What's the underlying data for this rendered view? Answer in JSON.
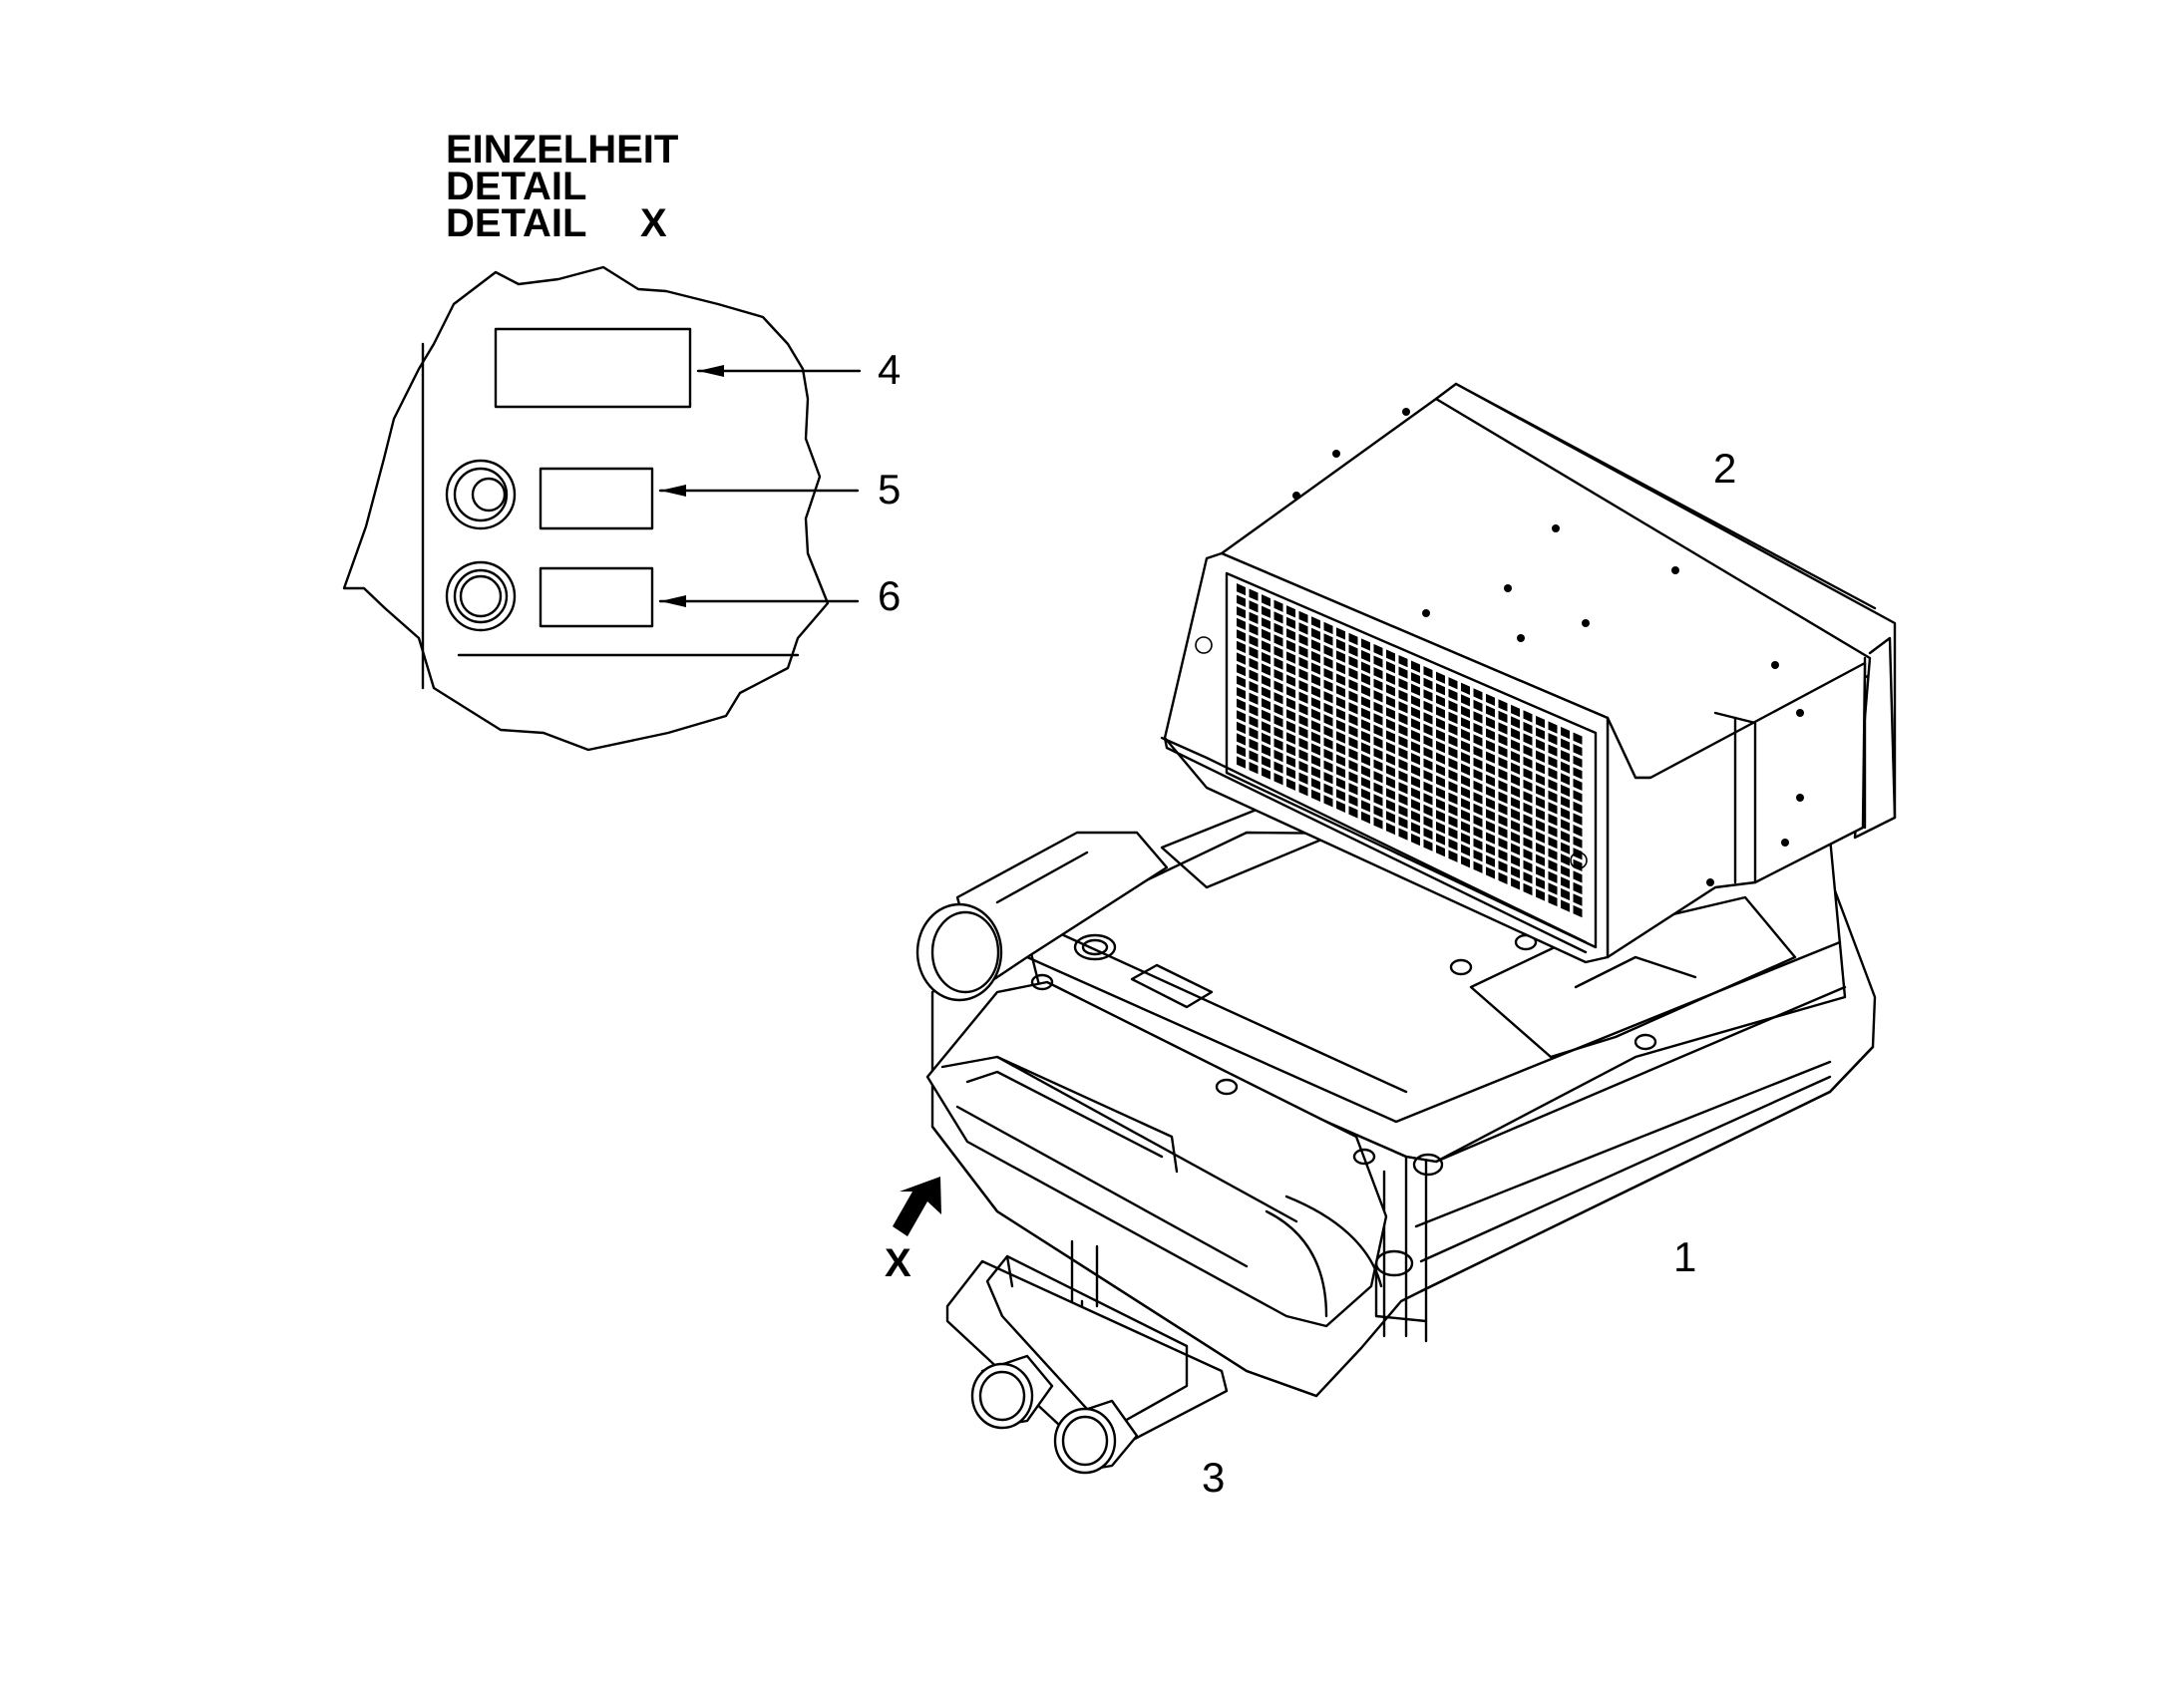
{
  "detail_title": {
    "line1": "EINZELHEIT",
    "line2": "DETAIL",
    "line3": "DETAIL",
    "view_letter": "X"
  },
  "callouts": [
    {
      "id": "1",
      "label": "1"
    },
    {
      "id": "2",
      "label": "2"
    },
    {
      "id": "3",
      "label": "3"
    },
    {
      "id": "4",
      "label": "4"
    },
    {
      "id": "5",
      "label": "5"
    },
    {
      "id": "6",
      "label": "6"
    }
  ],
  "view_arrow": {
    "label": "X"
  },
  "colors": {
    "line": "#000000",
    "background": "#ffffff"
  }
}
